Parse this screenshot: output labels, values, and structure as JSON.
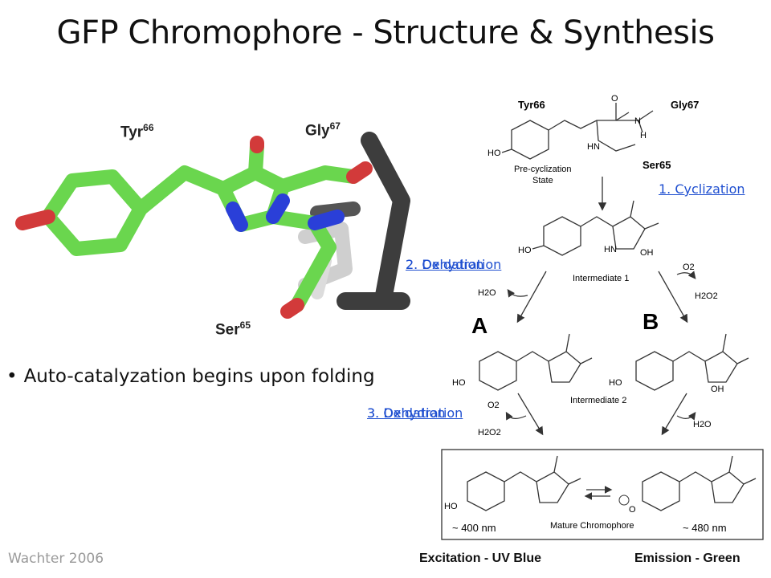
{
  "title": "GFP Chromophore - Structure & Synthesis",
  "model": {
    "residues": [
      {
        "name": "Tyr",
        "sup": "66"
      },
      {
        "name": "Gly",
        "sup": "67"
      },
      {
        "name": "Ser",
        "sup": "65"
      }
    ],
    "colors": {
      "carbon": "#6ad64e",
      "nitrogen": "#2a3fd8",
      "oxygen": "#d23a3a",
      "backbone": "#4a4a4a"
    }
  },
  "bullet": "Auto-catalyzation begins upon folding",
  "citation": "Wachter 2006",
  "scheme": {
    "tyr66": "Tyr66",
    "gly67": "Gly67",
    "ser65": "Ser65",
    "state_line1": "Pre-cyclization",
    "state_line2": "State",
    "intermediate1": "Intermediate 1",
    "intermediate2": "Intermediate 2",
    "mature": "Mature Chromophore",
    "path_a": "A",
    "path_b": "B",
    "o2": "O2",
    "h2o": "H2O",
    "h2o2": "H2O2",
    "ex_nm": "~ 400 nm",
    "em_nm": "~ 480 nm",
    "ho": "HO",
    "oh": "OH",
    "hn": "HN",
    "n": "N",
    "h": "H",
    "o": "O"
  },
  "steps": {
    "cyclization": "1. Cyclization",
    "step2_a": "2. Dehydration",
    "step2_b": "2. Oxidation",
    "step3_a": "3. Dehydration",
    "step3_b": "3. Oxidation"
  },
  "wavelength_labels": {
    "excitation": "Excitation - UV Blue",
    "emission": "Emission - Green"
  }
}
